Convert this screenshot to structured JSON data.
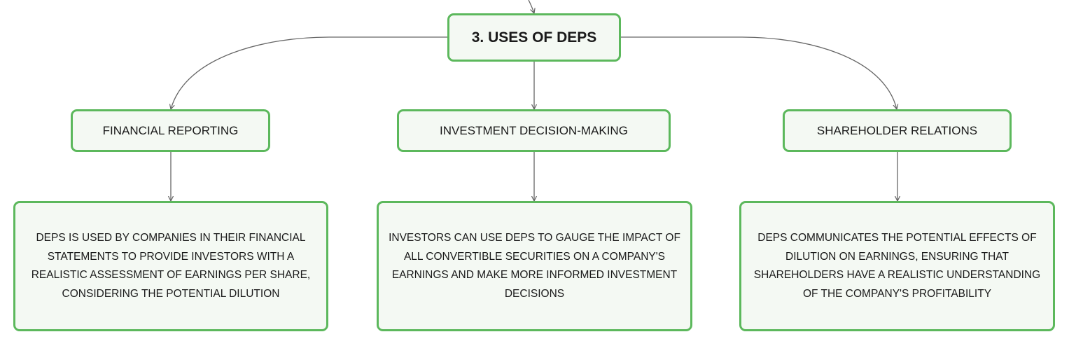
{
  "root": {
    "title": "3. USES OF DEPS"
  },
  "branches": [
    {
      "label": "FINANCIAL REPORTING",
      "description": "DEPS IS USED BY COMPANIES IN THEIR FINANCIAL STATEMENTS TO PROVIDE INVESTORS WITH A REALISTIC ASSESSMENT OF EARNINGS PER SHARE, CONSIDERING THE POTENTIAL DILUTION"
    },
    {
      "label": "INVESTMENT DECISION-MAKING",
      "description": "INVESTORS CAN USE DEPS TO GAUGE THE IMPACT OF ALL CONVERTIBLE SECURITIES ON A COMPANY'S EARNINGS AND MAKE MORE INFORMED INVESTMENT DECISIONS"
    },
    {
      "label": "SHAREHOLDER RELATIONS",
      "description": "DEPS COMMUNICATES THE POTENTIAL EFFECTS OF DILUTION ON EARNINGS, ENSURING THAT SHAREHOLDERS HAVE A REALISTIC UNDERSTANDING OF THE COMPANY'S PROFITABILITY"
    }
  ],
  "colors": {
    "node_border": "#5cb85c",
    "node_fill": "#f4f9f3",
    "connector": "#666666"
  }
}
